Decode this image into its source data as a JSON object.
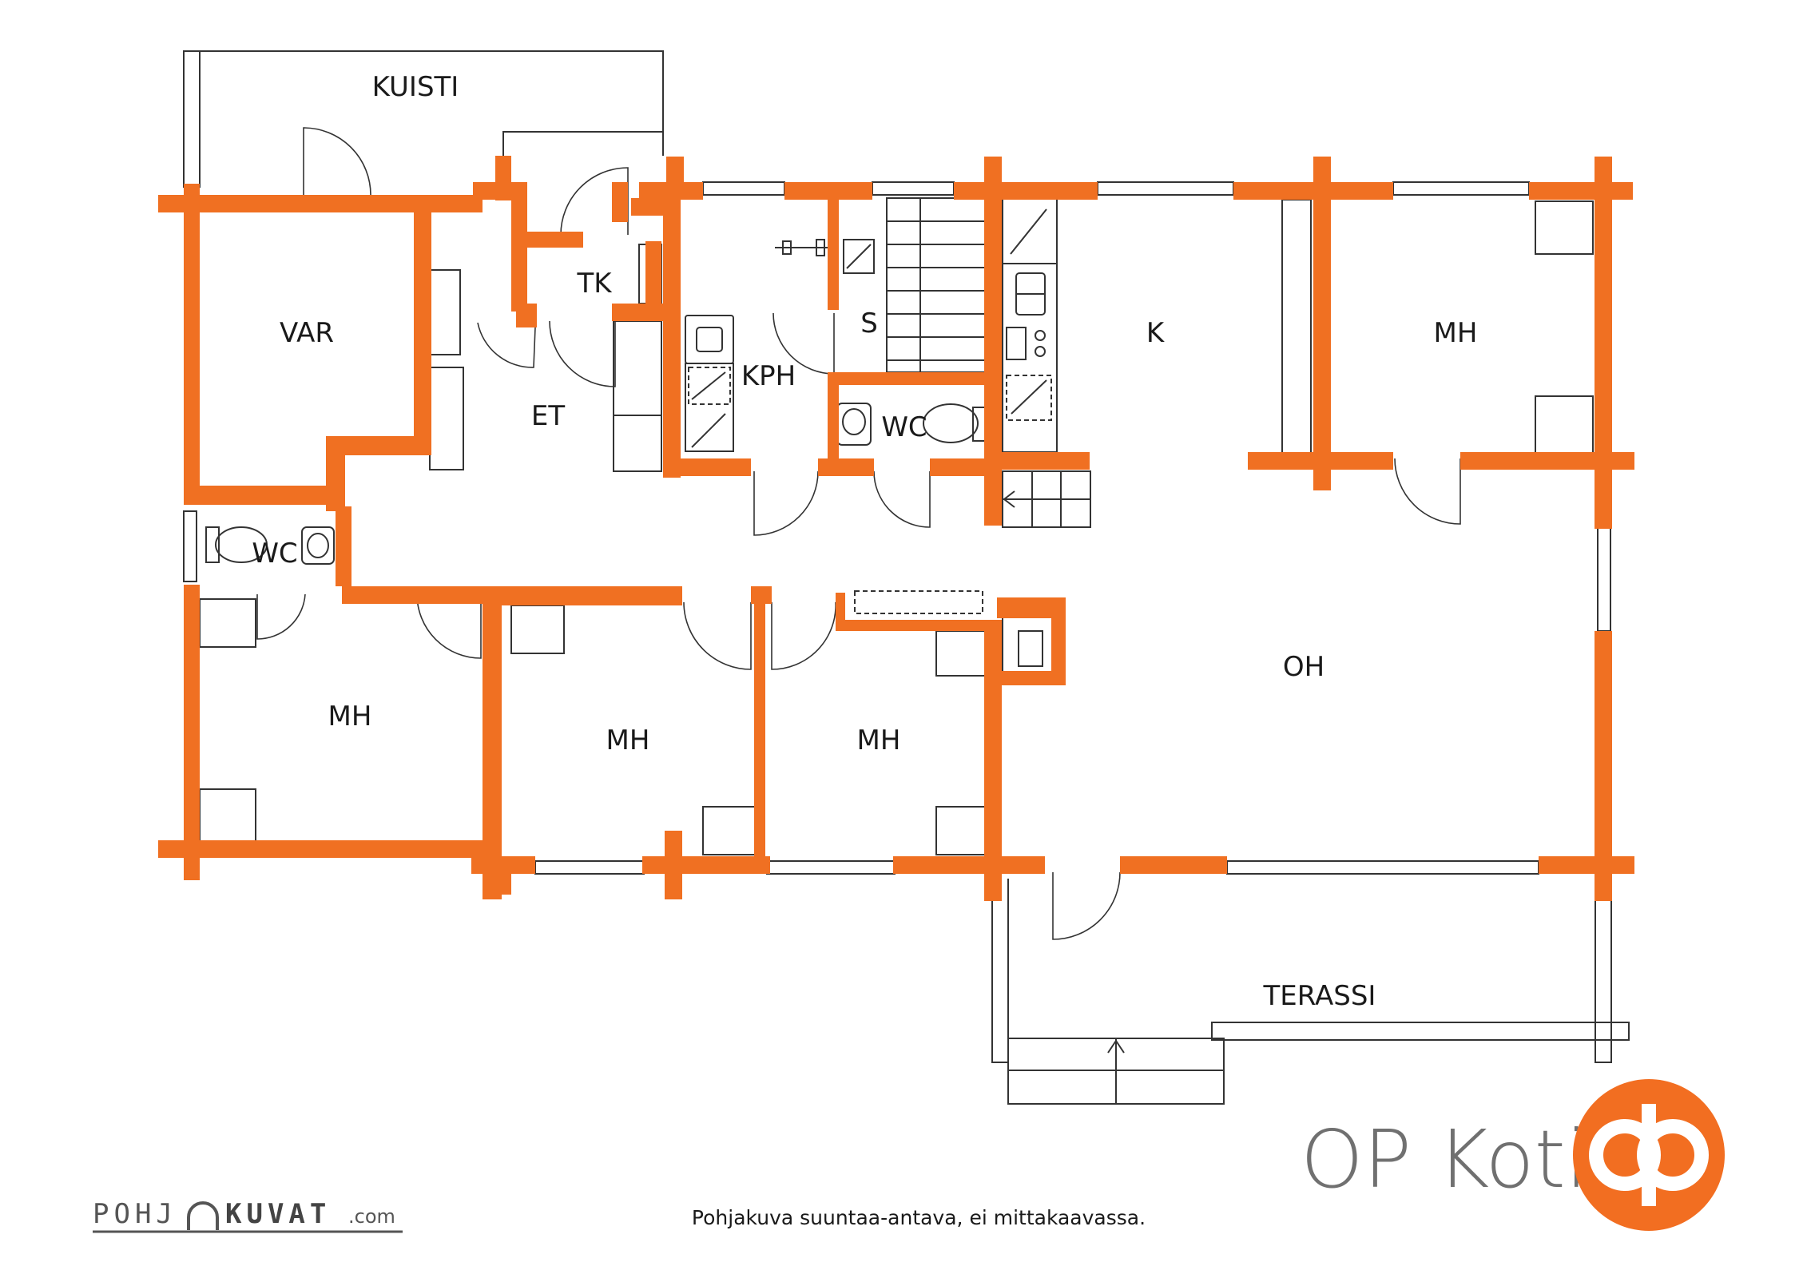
{
  "rooms": {
    "kuisti": "KUISTI",
    "var": "VAR",
    "tk": "TK",
    "s": "S",
    "k": "K",
    "mh_ne": "MH",
    "et": "ET",
    "kph": "KPH",
    "wc_center": "WC",
    "wc_west": "WC",
    "mh_west": "MH",
    "mh_mid": "MH",
    "mh_mid2": "MH",
    "oh": "OH",
    "terassi": "TERASSI"
  },
  "brand": {
    "name": "OP Koti",
    "caption": "Pohjakuva suuntaa-antava, ei mittakaavassa.",
    "credit_a": "POHJ",
    "credit_b": "KUVAT",
    "credit_c": ".com"
  },
  "colors": {
    "wall": "#f07022",
    "line": "#333333",
    "brand_orange": "#f26e21",
    "brand_text": "#707070"
  }
}
